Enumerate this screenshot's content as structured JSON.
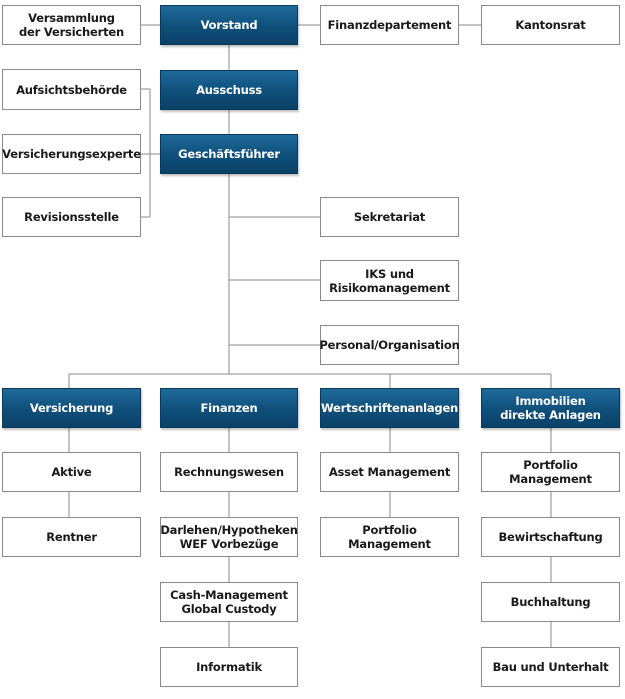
{
  "boxes": {
    "versammlung": "Versammlung\nder Versicherten",
    "vorstand": "Vorstand",
    "finanzdepartement": "Finanzdepartement",
    "kantonsrat": "Kantonsrat",
    "aufsichtsbehoerde": "Aufsichtsbehörde",
    "ausschuss": "Ausschuss",
    "versicherungsexperte": "Versicherungsexperte",
    "geschaeftsfuehrer": "Geschäftsführer",
    "revisionsstelle": "Revisionsstelle",
    "sekretariat": "Sekretariat",
    "iks": "IKS und\nRisikomanagement",
    "personal": "Personal/Organisation",
    "versicherung": "Versicherung",
    "finanzen": "Finanzen",
    "wertschriftenanlagen": "Wertschriftenanlagen",
    "immobilien": "Immobilien\ndirekte Anlagen",
    "aktive": "Aktive",
    "rentner": "Rentner",
    "rechnungswesen": "Rechnungswesen",
    "darlehen": "Darlehen/Hypotheken\nWEF Vorbezüge",
    "cash": "Cash-Management\nGlobal Custody",
    "informatik": "Informatik",
    "asset": "Asset Management",
    "portfolio_w": "Portfolio Management",
    "portfolio_i": "Portfolio Management",
    "bewirtschaftung": "Bewirtschaftung",
    "buchhaltung": "Buchhaltung",
    "bau": "Bau und Unterhalt"
  },
  "colors": {
    "blue": "#0f4f7a",
    "line": "#8a8a8a",
    "border": "#8a8a8a"
  }
}
